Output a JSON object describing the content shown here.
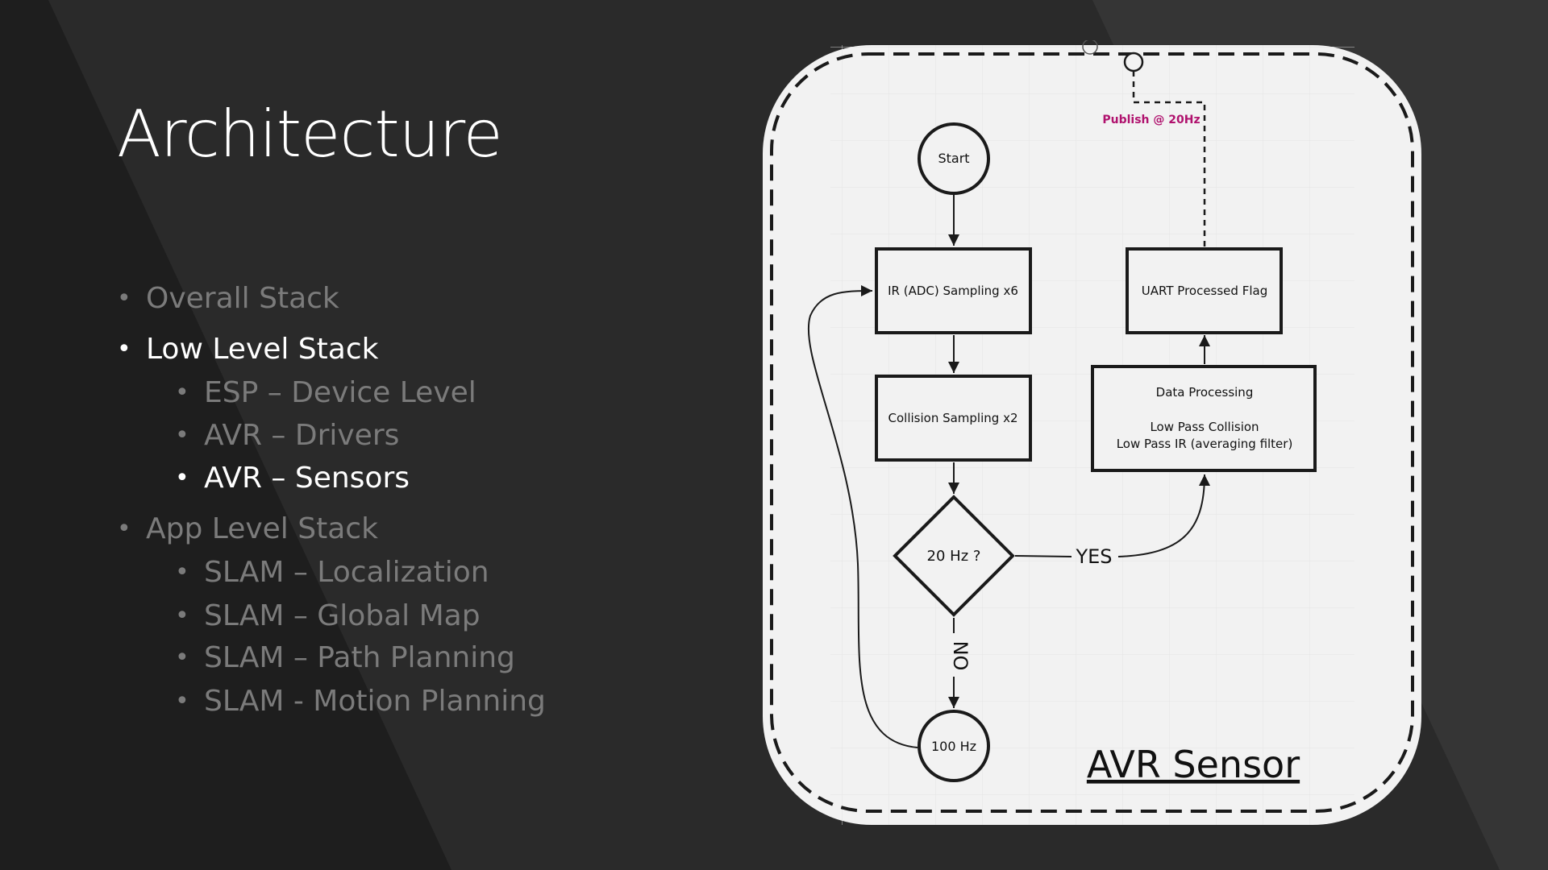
{
  "slide": {
    "title": "Architecture",
    "bullets": [
      {
        "text": "Overall Stack",
        "level": 1,
        "active": false
      },
      {
        "text": "Low Level Stack",
        "level": 1,
        "active": true
      },
      {
        "text": "ESP – Device Level",
        "level": 2,
        "active": false
      },
      {
        "text": "AVR – Drivers",
        "level": 2,
        "active": false
      },
      {
        "text": "AVR – Sensors",
        "level": 2,
        "active": true
      },
      {
        "text": "App Level Stack",
        "level": 1,
        "active": false
      },
      {
        "text": "SLAM – Localization",
        "level": 2,
        "active": false
      },
      {
        "text": "SLAM – Global Map",
        "level": 2,
        "active": false
      },
      {
        "text": "SLAM – Path Planning",
        "level": 2,
        "active": false
      },
      {
        "text": "SLAM - Motion Planning",
        "level": 2,
        "active": false
      }
    ],
    "bullet_glyph": "•"
  },
  "diagram": {
    "caption": "AVR Sensor",
    "start_label": "Start",
    "ir_sampling_label": "IR (ADC) Sampling x6",
    "collision_sampling_label": "Collision Sampling x2",
    "decision_label": "20 Hz ?",
    "yes_label": "YES",
    "no_label": "NO",
    "hz100_label": "100 Hz",
    "processing_title": "Data Processing",
    "processing_line1": "Low Pass Collision",
    "processing_line2": "Low Pass IR (averaging filter)",
    "uart_label": "UART Processed Flag",
    "publish_label": "Publish @ 20Hz",
    "publish_color": "#b0126e"
  }
}
